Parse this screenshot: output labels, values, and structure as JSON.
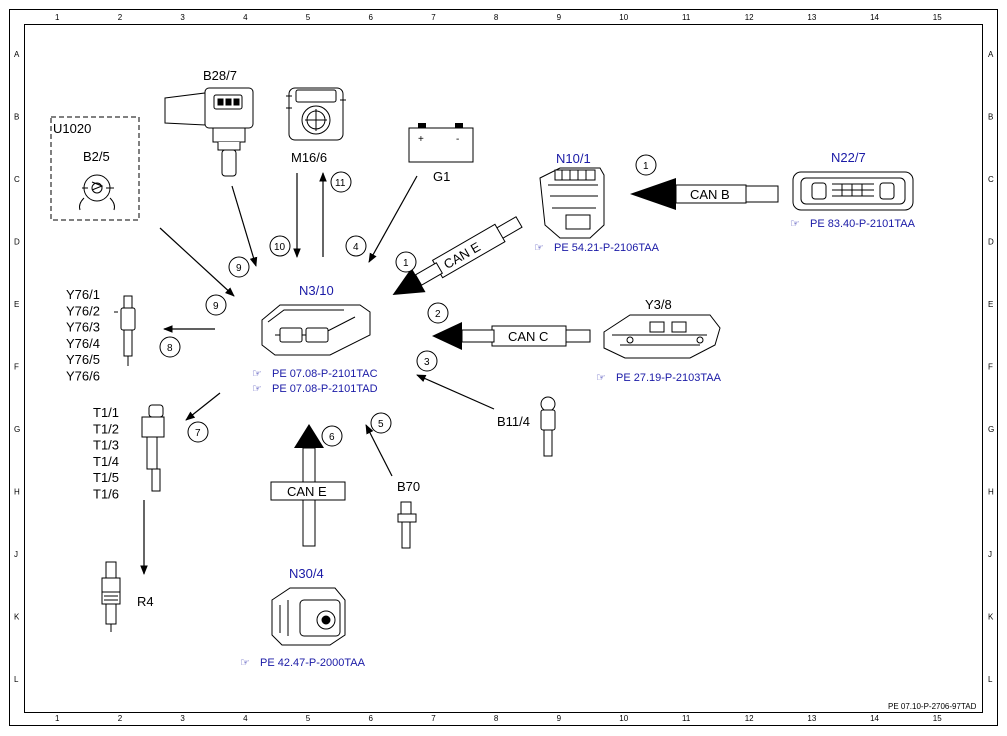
{
  "grid": {
    "columns": [
      "1",
      "2",
      "3",
      "4",
      "5",
      "6",
      "7",
      "8",
      "9",
      "10",
      "11",
      "12",
      "13",
      "14",
      "15"
    ],
    "rows": [
      "A",
      "B",
      "C",
      "D",
      "E",
      "F",
      "G",
      "H",
      "J",
      "K",
      "L"
    ]
  },
  "components": {
    "u1020": "U1020",
    "b2_5": "B2/5",
    "b28_7": "B28/7",
    "m16_6": "M16/6",
    "g1": "G1",
    "g1_plus": "+",
    "g1_minus": "-",
    "n10_1": "N10/1",
    "n22_7": "N22/7",
    "n3_10": "N3/10",
    "y3_8": "Y3/8",
    "b11_4": "B11/4",
    "b70": "B70",
    "n30_4": "N30/4",
    "r4": "R4",
    "y76": [
      "Y76/1",
      "Y76/2",
      "Y76/3",
      "Y76/4",
      "Y76/5",
      "Y76/6"
    ],
    "t1": [
      "T1/1",
      "T1/2",
      "T1/3",
      "T1/4",
      "T1/5",
      "T1/6"
    ]
  },
  "references": {
    "n10_1": "PE 54.21-P-2106TAA",
    "n22_7": "PE 83.40-P-2101TAA",
    "n3_10_a": "PE 07.08-P-2101TAC",
    "n3_10_b": "PE 07.08-P-2101TAD",
    "y3_8": "PE 27.19-P-2103TAA",
    "n30_4": "PE 42.47-P-2000TAA"
  },
  "buses": {
    "can_b": "CAN B",
    "can_e_n10": "CAN E",
    "can_c": "CAN C",
    "can_e_n30": "CAN E"
  },
  "signals": {
    "s1_top": "1",
    "s1_left": "1",
    "s2": "2",
    "s3": "3",
    "s4": "4",
    "s5": "5",
    "s6": "6",
    "s7": "7",
    "s8": "8",
    "s9_upper": "9",
    "s9_lower": "9",
    "s10": "10",
    "s11": "11"
  },
  "footer": "PE 07.10-P-2706-97TAD"
}
